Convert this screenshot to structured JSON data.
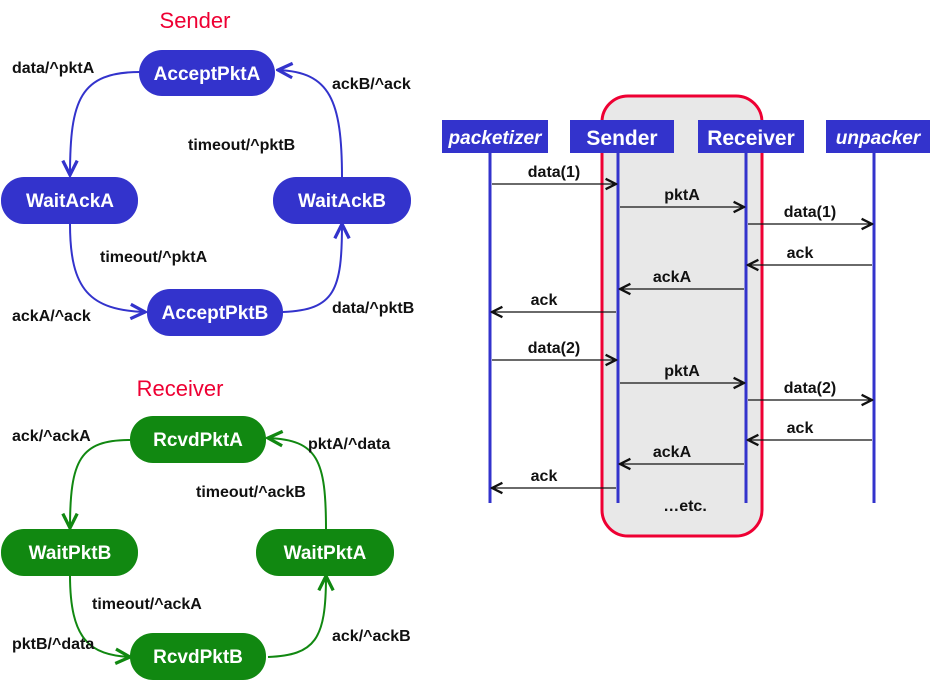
{
  "colors": {
    "sender_fsm": "#3333cc",
    "receiver_fsm": "#118811",
    "title_red": "#ee0033",
    "lifeline": "#3333cc",
    "highlight_border": "#ee0033",
    "highlight_fill": "#e8e8e8"
  },
  "sender_fsm": {
    "title": "Sender",
    "states": {
      "top": "AcceptPktA",
      "left": "WaitAckA",
      "right": "WaitAckB",
      "bottom": "AcceptPktB"
    },
    "transitions": {
      "top_to_left": "data/^pktA",
      "right_to_top": "ackB/^ack",
      "right_self": "timeout/^pktB",
      "left_self": "timeout/^pktA",
      "left_to_bottom": "ackA/^ack",
      "bottom_to_right": "data/^pktB"
    }
  },
  "receiver_fsm": {
    "title": "Receiver",
    "states": {
      "top": "RcvdPktA",
      "left": "WaitPktB",
      "right": "WaitPktA",
      "bottom": "RcvdPktB"
    },
    "transitions": {
      "top_to_left": "ack/^ackA",
      "right_to_top": "pktA/^data",
      "right_self": "timeout/^ackB",
      "left_self": "timeout/^ackA",
      "left_to_bottom": "pktB/^data",
      "bottom_to_right": "ack/^ackB"
    }
  },
  "sequence": {
    "participants": [
      "packetizer",
      "Sender",
      "Receiver",
      "unpacker"
    ],
    "messages": [
      {
        "from": 0,
        "to": 1,
        "label": "data(1)"
      },
      {
        "from": 1,
        "to": 2,
        "label": "pktA"
      },
      {
        "from": 2,
        "to": 3,
        "label": "data(1)"
      },
      {
        "from": 3,
        "to": 2,
        "label": "ack"
      },
      {
        "from": 2,
        "to": 1,
        "label": "ackA"
      },
      {
        "from": 1,
        "to": 0,
        "label": "ack"
      },
      {
        "from": 0,
        "to": 1,
        "label": "data(2)"
      },
      {
        "from": 1,
        "to": 2,
        "label": "pktA"
      },
      {
        "from": 2,
        "to": 3,
        "label": "data(2)"
      },
      {
        "from": 3,
        "to": 2,
        "label": "ack"
      },
      {
        "from": 2,
        "to": 1,
        "label": "ackA"
      },
      {
        "from": 1,
        "to": 0,
        "label": "ack"
      }
    ],
    "footer": "…etc."
  }
}
